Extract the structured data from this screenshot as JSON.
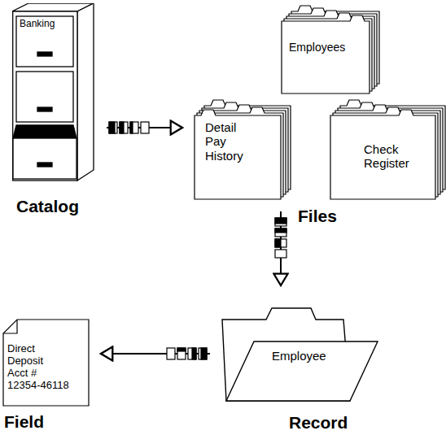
{
  "diagram": {
    "nodes": [
      {
        "text": [
          "Banking",
          "Catalog"
        ]
      },
      {
        "text": [
          "Employees"
        ]
      },
      {
        "text": [
          "Detail Pay History"
        ]
      },
      {
        "text": [
          "Check Register"
        ]
      },
      {
        "text": [
          "Employee",
          "Record"
        ]
      },
      {
        "text": [
          "Direct Deposit Acct # 12354-46118",
          "Field"
        ]
      }
    ],
    "edges": [
      {
        "from": 0,
        "to": 2,
        "arrow": "to"
      },
      {
        "from": 2,
        "to": 4,
        "arrow": "to"
      },
      {
        "from": 4,
        "to": 5,
        "arrow": "to"
      }
    ],
    "labels": [
      "Files"
    ]
  }
}
